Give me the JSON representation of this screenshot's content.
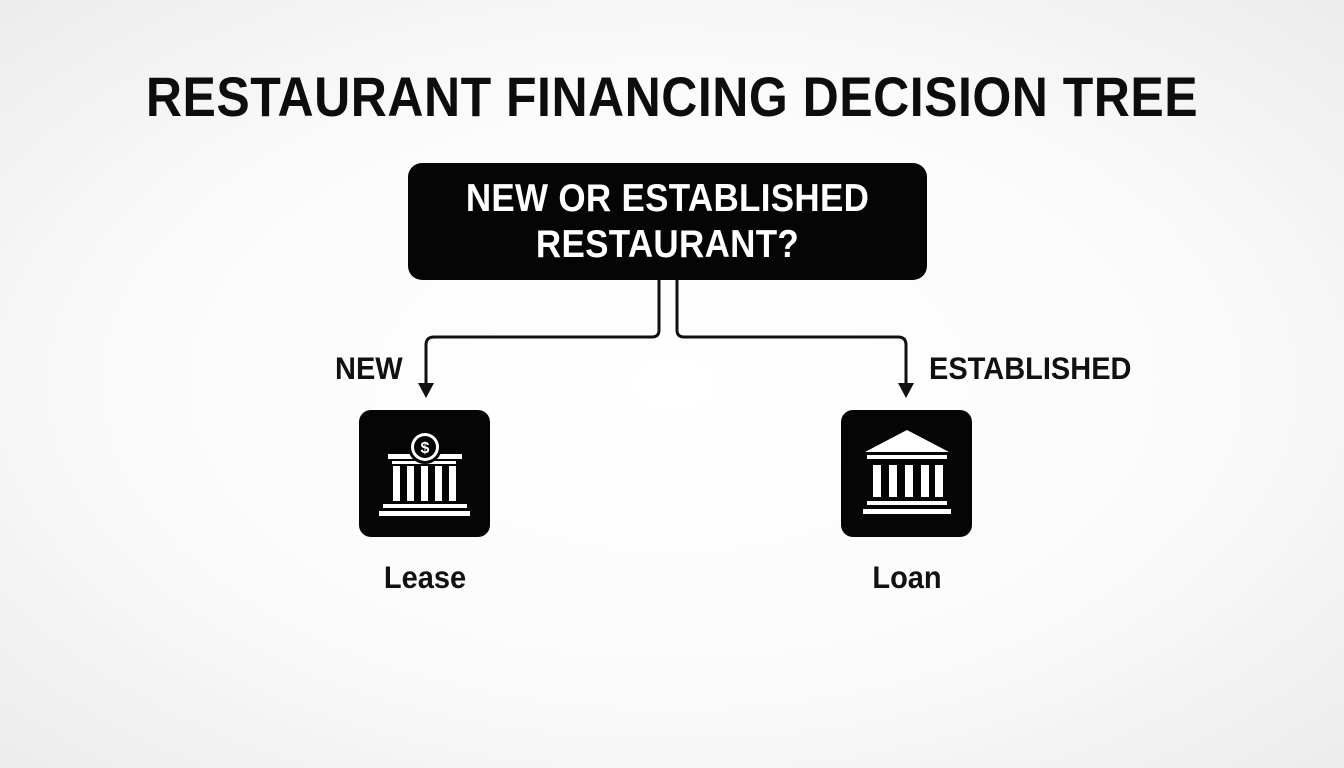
{
  "diagram": {
    "title": "RESTAURANT FINANCING DECISION TREE",
    "question": {
      "line1": "NEW OR ESTABLISHED",
      "line2": "RESTAURANT?"
    },
    "branches": [
      {
        "label": "NEW",
        "result": "Lease",
        "icon": "bank-dollar-icon"
      },
      {
        "label": "ESTABLISHED",
        "result": "Loan",
        "icon": "bank-icon"
      }
    ],
    "colors": {
      "box": "#050505",
      "text": "#111111",
      "background": "#ffffff"
    }
  }
}
